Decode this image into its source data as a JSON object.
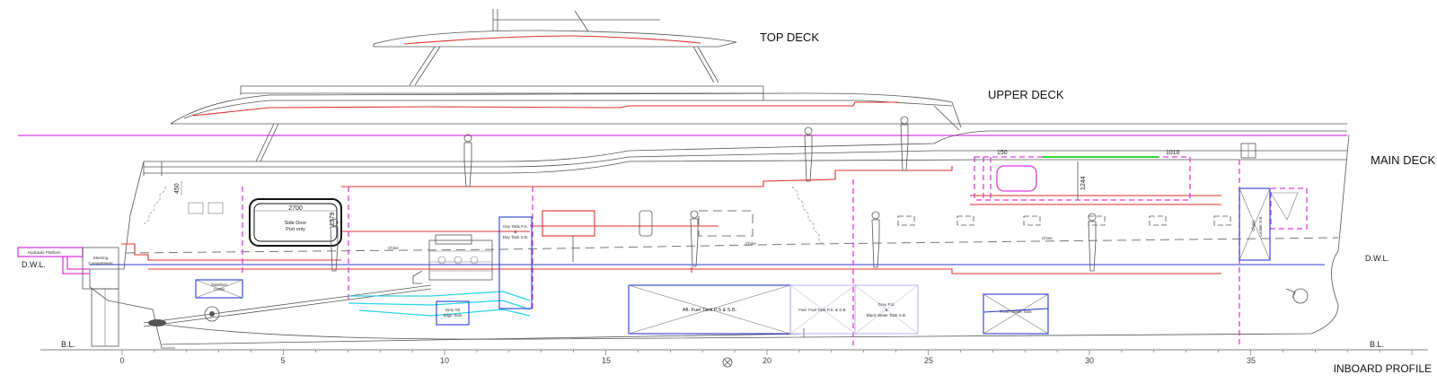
{
  "labels": {
    "top_deck": "TOP DECK",
    "upper_deck": "UPPER DECK",
    "main_deck": "MAIN DECK",
    "dwl_left": "D.W.L.",
    "dwl_right": "D.W.L.",
    "bl_left": "B.L.",
    "bl_right": "B.L.",
    "title": "INBOARD PROFILE"
  },
  "compartments": {
    "hydraulic_platform": "Hydraulic Platform",
    "steering_line1": "Steering",
    "steering_line2": "Compartment",
    "stabiliser_line1": "Stabiliser",
    "stabiliser_line2": "Comp",
    "side_door_line1": "Side Door",
    "side_door_line2": "Port only",
    "day_tank_line1": "Day Tank P.S.",
    "day_tank_line2": "&",
    "day_tank_line3": "Day Tank S.B.",
    "dirty_oil_line1": "Dirty Oil",
    "dirty_oil_line2": "Bilge Tank",
    "aft_fuel": "Aft. Fuel Tank P.S & S.B.",
    "fwd_fuel": "Fwd. Fuel Tank P.S. & S.B.",
    "grey_line1": "Grey P.S.",
    "grey_line2": "&",
    "grey_line3": "Black Water Tank S.B.",
    "fresh_water": "Fresh Water Tank",
    "chain_line1": "Chain",
    "chain_line2": "Locker S.B.",
    "chine_1": "Chine",
    "chine_2": "Chine",
    "chine_3": "Chine"
  },
  "dimensions": {
    "d2700": "2700",
    "d1379": "1379",
    "d450": "450",
    "d150": "150",
    "d1010": "1010",
    "d1244": "1244"
  },
  "scale_ticks": [
    "0",
    "5",
    "10",
    "15",
    "20",
    "25",
    "30",
    "35"
  ],
  "colors": {
    "deck_line": "#e0302c",
    "bulkhead": "#e23ae0",
    "tank": "#2a3bd6",
    "shaft_line": "#26d4e8"
  }
}
